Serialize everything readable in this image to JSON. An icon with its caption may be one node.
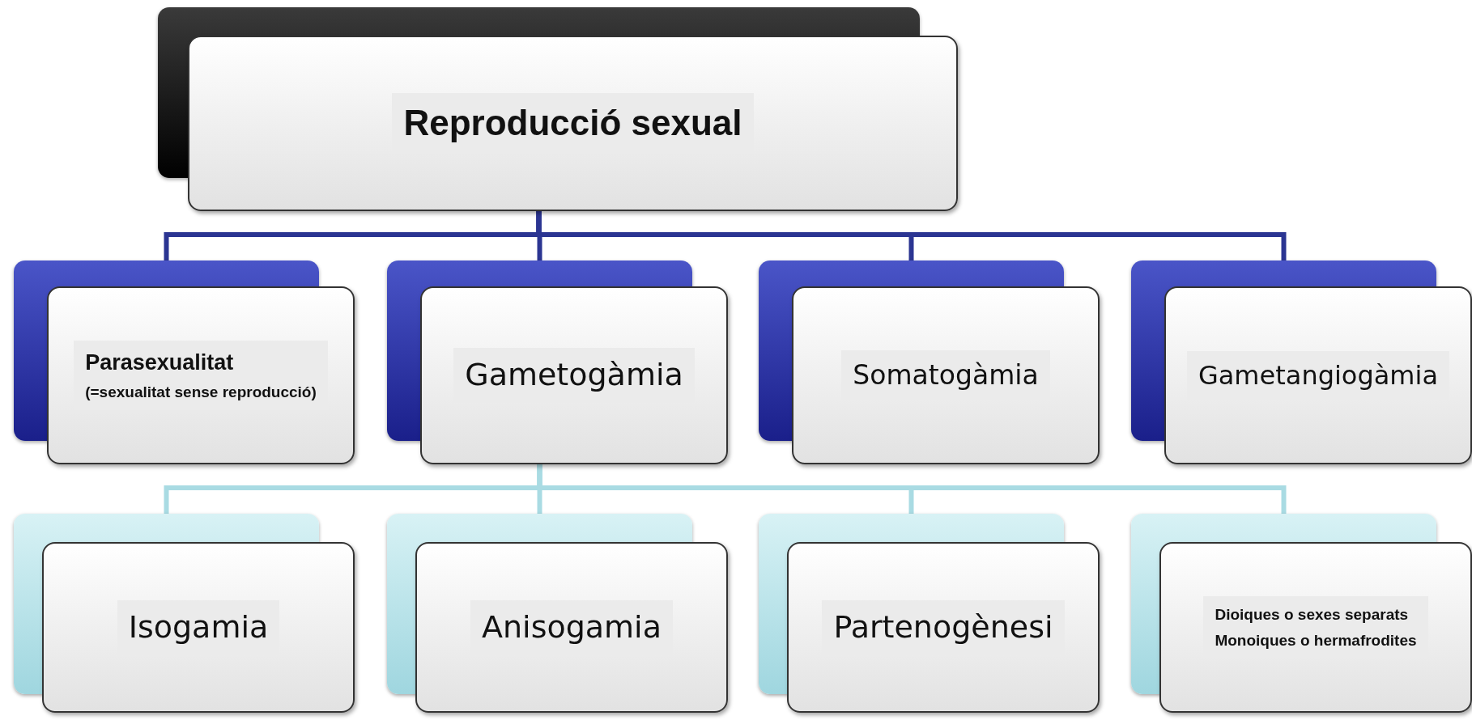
{
  "diagram": {
    "nodes": [
      {
        "text": [
          "Reproducció sexual"
        ]
      },
      {
        "text": [
          "Parasexualitat",
          "(=sexualitat sense reproducció)"
        ]
      },
      {
        "text": [
          "Gametogàmia"
        ]
      },
      {
        "text": [
          "Somatogàmia"
        ]
      },
      {
        "text": [
          "Gametangiogàmia"
        ]
      },
      {
        "text": [
          "Isogamia"
        ]
      },
      {
        "text": [
          "Anisogamia"
        ]
      },
      {
        "text": [
          "Partenogènesi"
        ]
      },
      {
        "text": [
          "Dioiques o sexes separats",
          "Monoiques o hermafrodites"
        ]
      }
    ],
    "edges": [
      {
        "from": 0,
        "to": 1,
        "arrow": "none",
        "color": "#2b3592"
      },
      {
        "from": 0,
        "to": 2,
        "arrow": "none",
        "color": "#2b3592"
      },
      {
        "from": 0,
        "to": 3,
        "arrow": "none",
        "color": "#2b3592"
      },
      {
        "from": 0,
        "to": 4,
        "arrow": "none",
        "color": "#2b3592"
      },
      {
        "from": 2,
        "to": 5,
        "arrow": "none",
        "color": "#a9dbe3"
      },
      {
        "from": 2,
        "to": 6,
        "arrow": "none",
        "color": "#a9dbe3"
      },
      {
        "from": 2,
        "to": 7,
        "arrow": "none",
        "color": "#a9dbe3"
      },
      {
        "from": 2,
        "to": 8,
        "arrow": "none",
        "color": "#a9dbe3"
      }
    ]
  }
}
